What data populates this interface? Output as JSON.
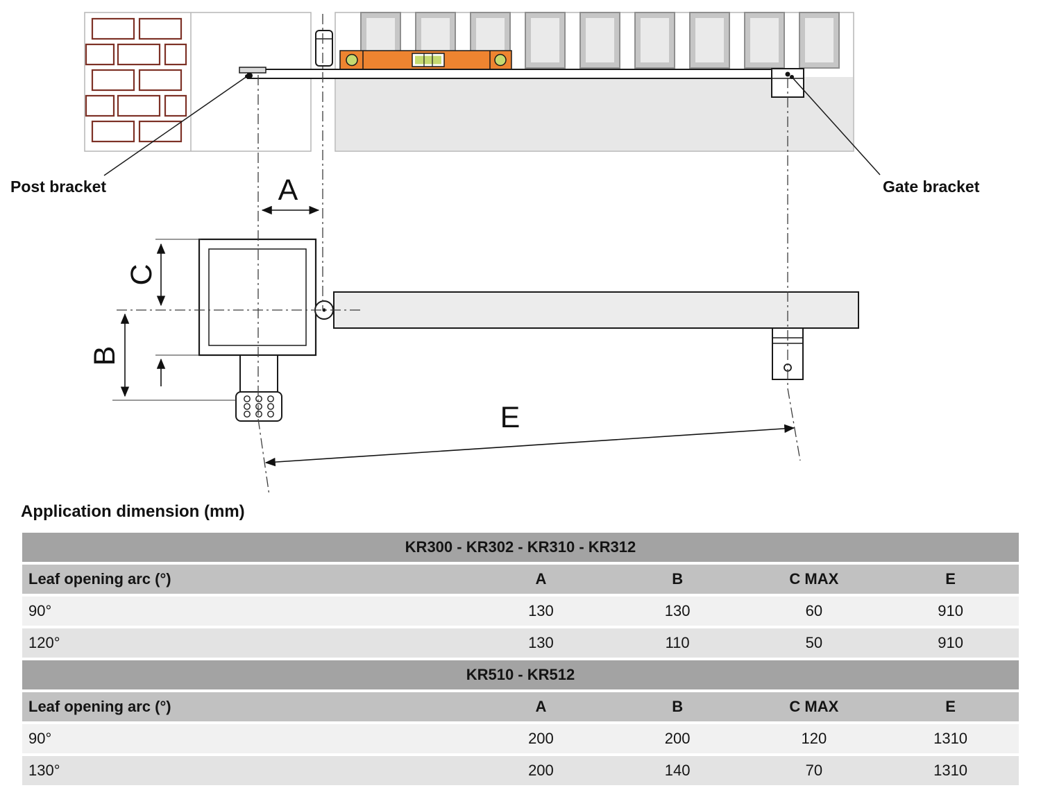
{
  "diagram": {
    "labels": {
      "post_bracket": "Post bracket",
      "gate_bracket": "Gate bracket"
    },
    "dims": {
      "a": "A",
      "b": "B",
      "c": "C",
      "e": "E"
    },
    "colors": {
      "level_body": "#ee8430",
      "level_vial": "#c6da70",
      "brick": "#7d3126",
      "gate_panel": "#e7e7e7",
      "picket": "#c6c6c6",
      "leaf_bar": "#ececec"
    }
  },
  "heading": "Application dimension (mm)",
  "table": {
    "groups": [
      {
        "title": "KR300 - KR302 - KR310 - KR312",
        "columns": [
          "Leaf opening arc (°)",
          "A",
          "B",
          "C MAX",
          "E"
        ],
        "rows": [
          [
            "90°",
            "130",
            "130",
            "60",
            "910"
          ],
          [
            "120°",
            "130",
            "110",
            "50",
            "910"
          ]
        ]
      },
      {
        "title": "KR510 - KR512",
        "columns": [
          "Leaf opening arc (°)",
          "A",
          "B",
          "C MAX",
          "E"
        ],
        "rows": [
          [
            "90°",
            "200",
            "200",
            "120",
            "1310"
          ],
          [
            "130°",
            "200",
            "140",
            "70",
            "1310"
          ]
        ]
      }
    ]
  }
}
